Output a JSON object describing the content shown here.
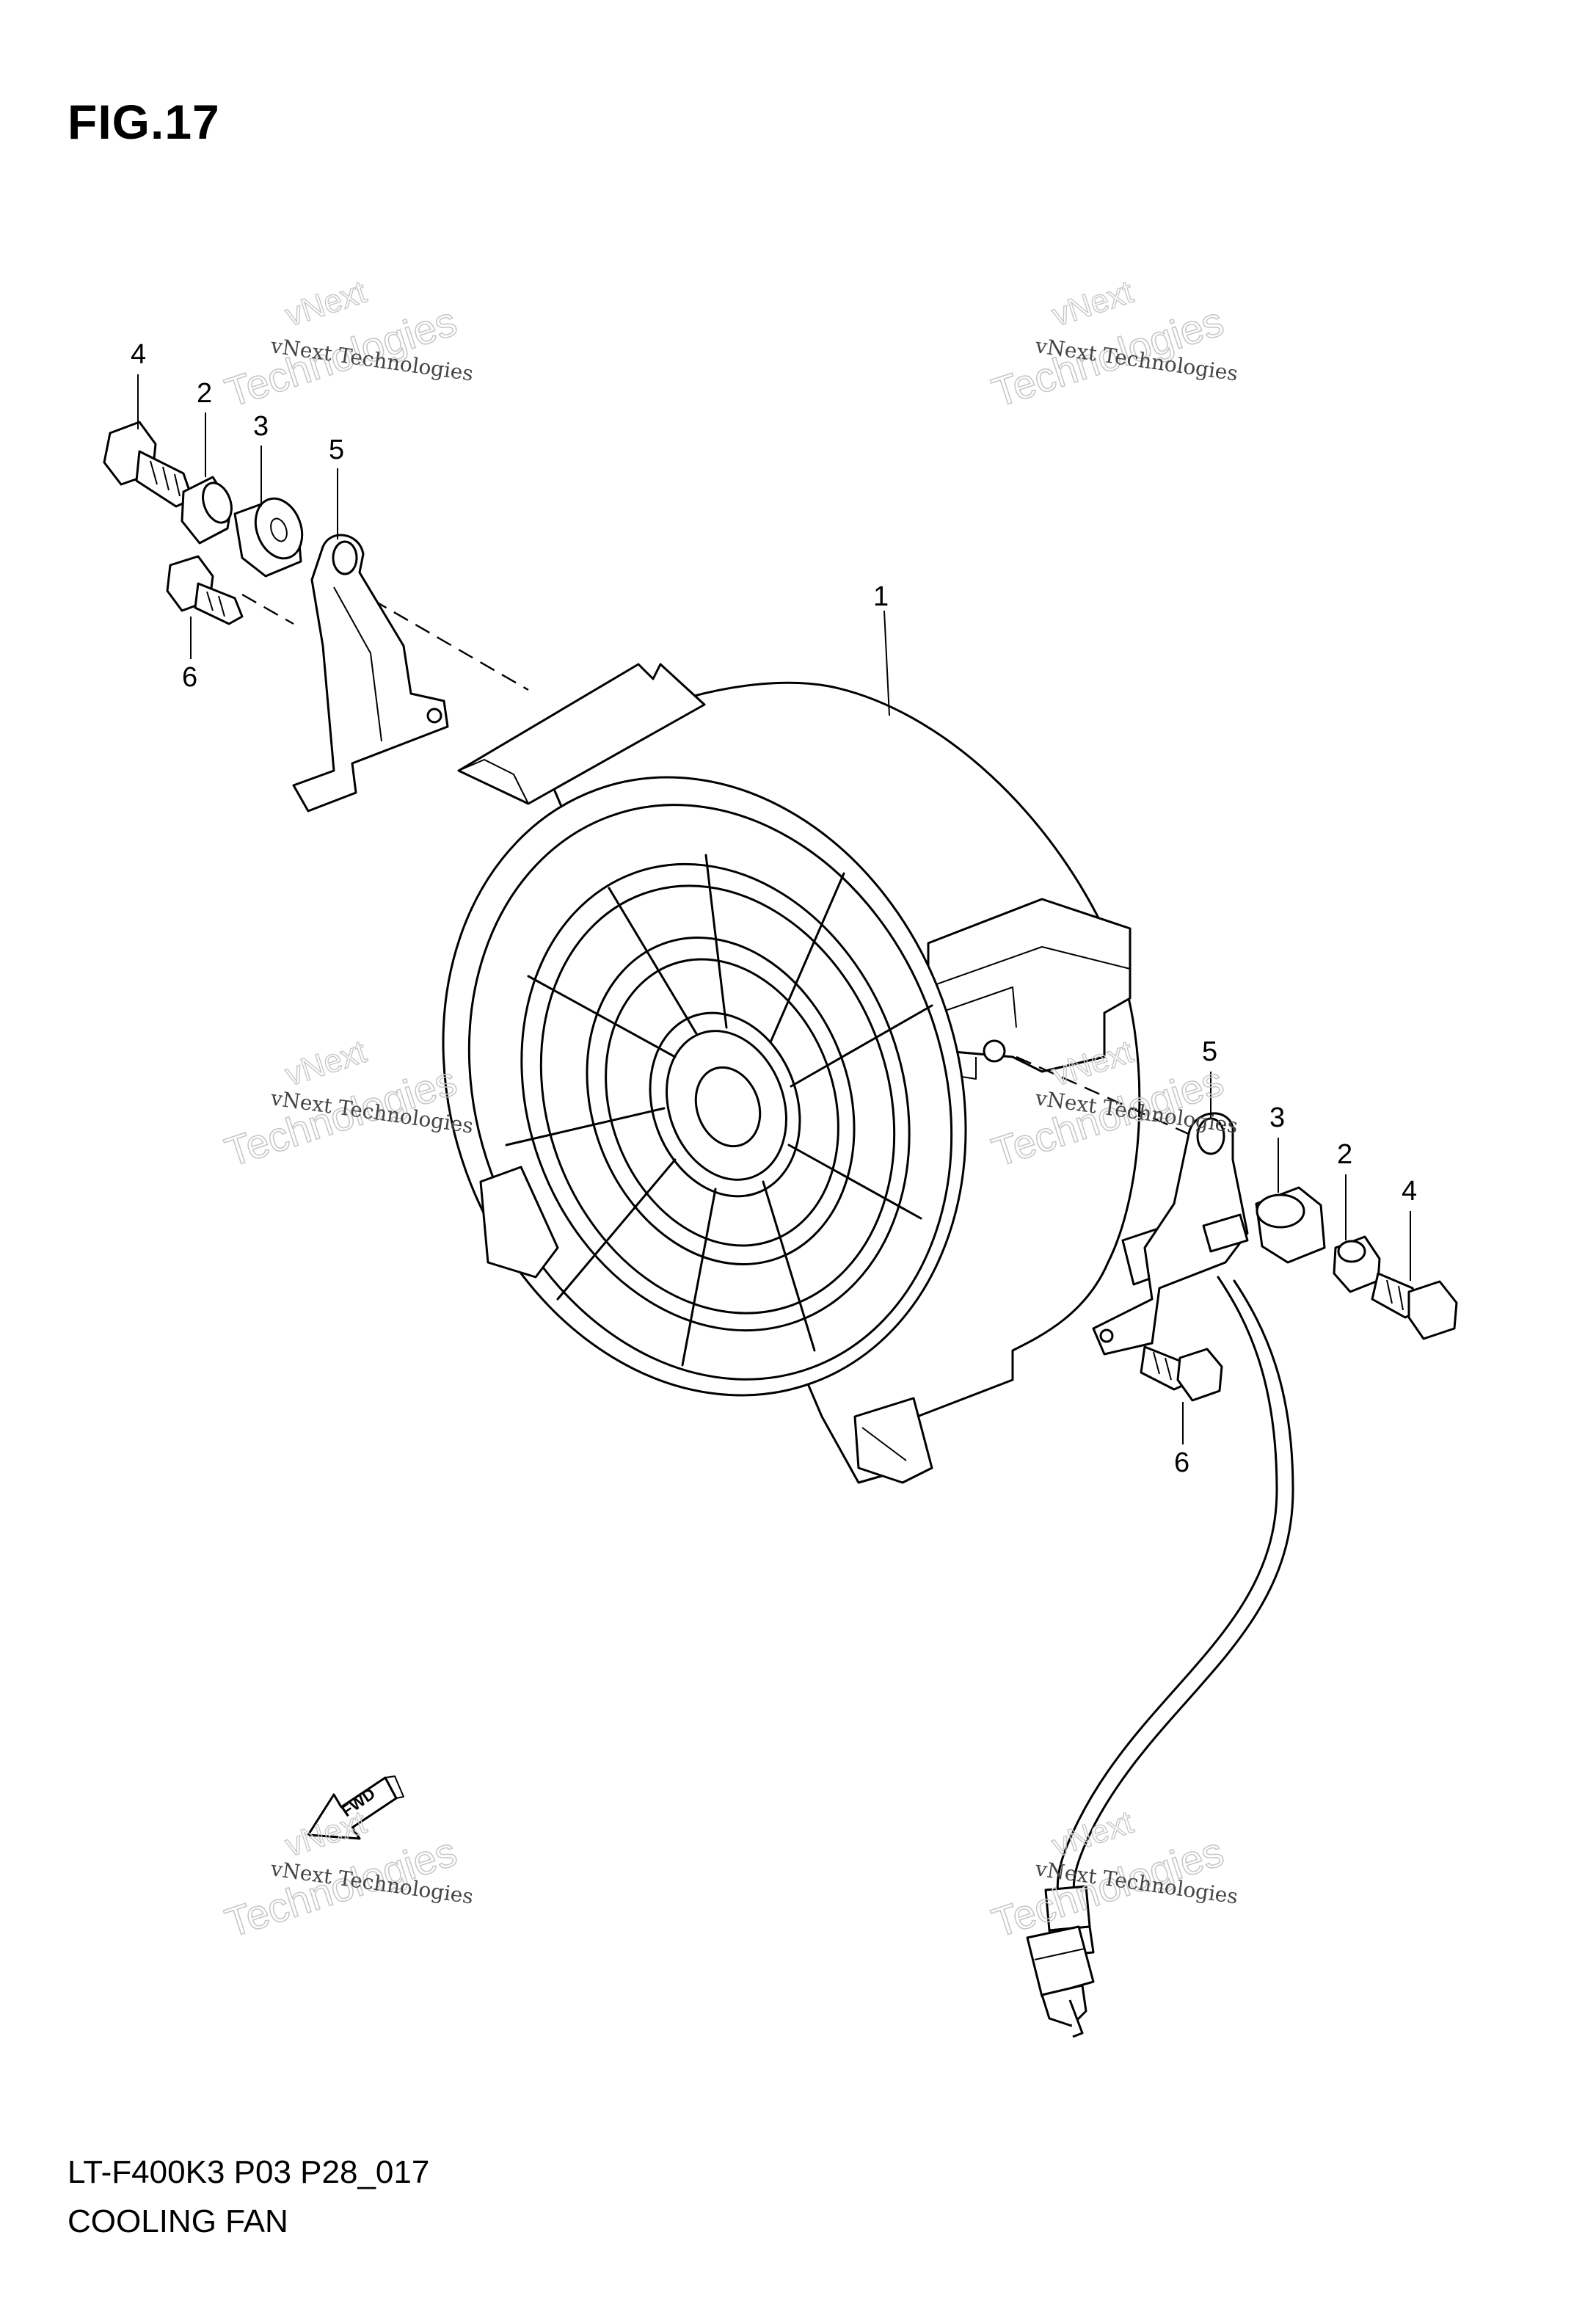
{
  "figure": {
    "title": "FIG.17"
  },
  "footer": {
    "code": "LT-F400K3 P03 P28_017",
    "name": "COOLING FAN"
  },
  "callouts": {
    "fan": "1",
    "left_spacer": "2",
    "left_cushion": "3",
    "left_bolt": "4",
    "left_bracket": "5",
    "left_bracket_bolt": "6",
    "right_bracket": "5",
    "right_cushion": "3",
    "right_spacer": "2",
    "right_bolt": "4",
    "right_bracket_bolt": "6"
  },
  "direction_arrow": {
    "label": "FWD"
  },
  "watermark": {
    "company": "vNext Technologies",
    "word1": "vNext",
    "word2": "Technologies"
  }
}
